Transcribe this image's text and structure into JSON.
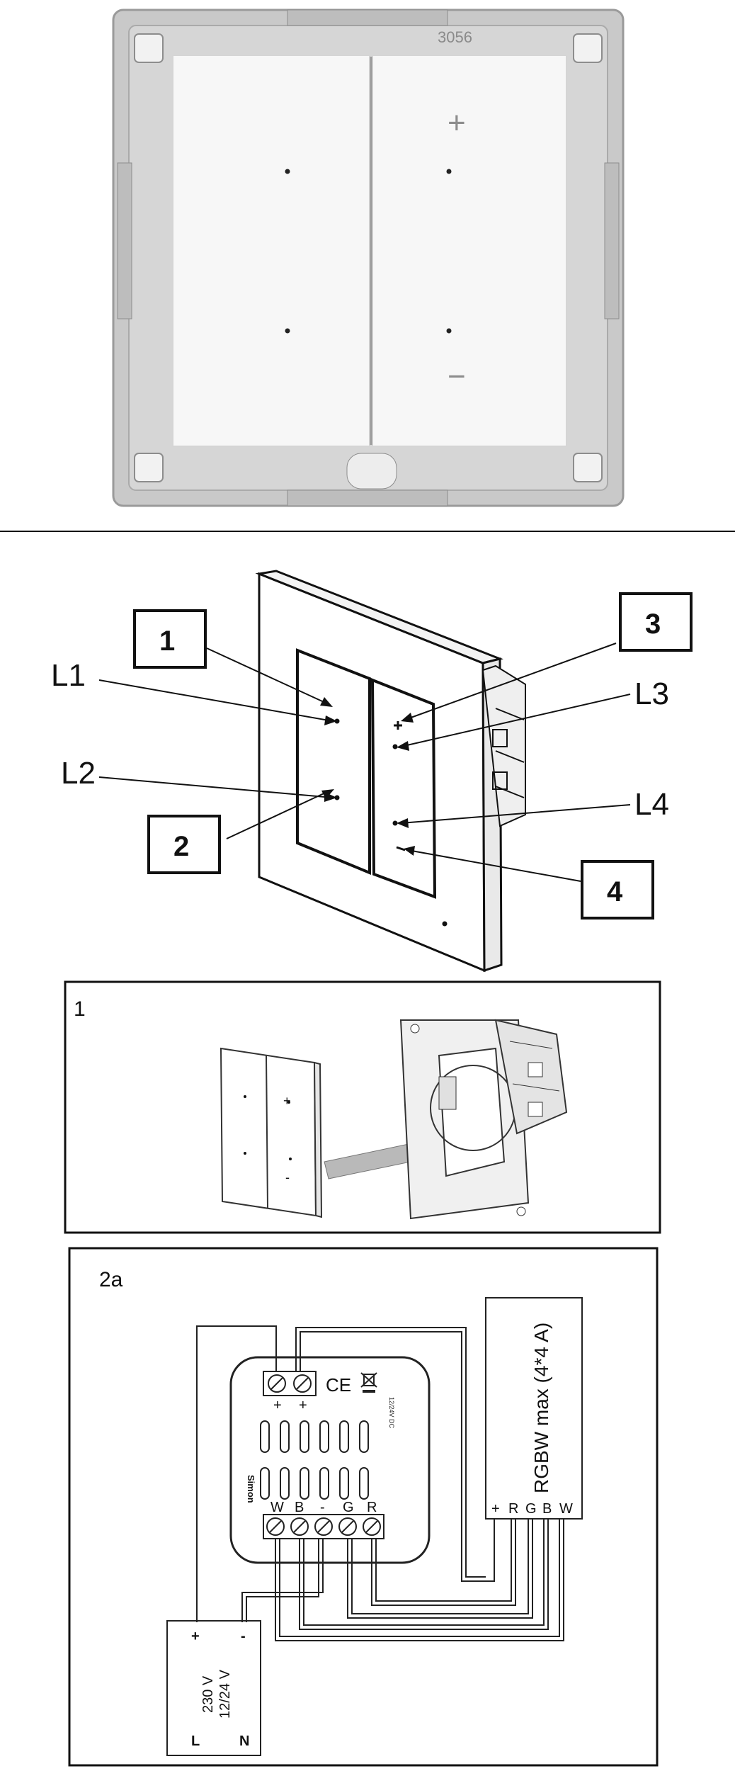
{
  "photo": {
    "module_code": "3056",
    "plus_symbol": "+",
    "minus_symbol": "−"
  },
  "front_view": {
    "callouts": [
      "1",
      "2",
      "3",
      "4"
    ],
    "labels": [
      "L1",
      "L2",
      "L3",
      "L4"
    ]
  },
  "panel_1": {
    "title": "1",
    "rocker_plus": "+",
    "rocker_minus": "-"
  },
  "panel_2a": {
    "title": "2a",
    "driver_label": "RGBW max (4*4 A)",
    "driver_terminals": [
      "+",
      "R",
      "G",
      "B",
      "W"
    ],
    "module_terminals": [
      "W",
      "B",
      "-",
      "G",
      "R"
    ],
    "module_top_signs": [
      "+",
      "+"
    ],
    "module_supply": "12/24V DC",
    "module_brand": "Simon",
    "module_ce": "CE",
    "psu_voltages": [
      "230 V",
      "12/24 V"
    ],
    "psu_plus": "+",
    "psu_minus": "-",
    "psu_l": "L",
    "psu_n": "N"
  }
}
